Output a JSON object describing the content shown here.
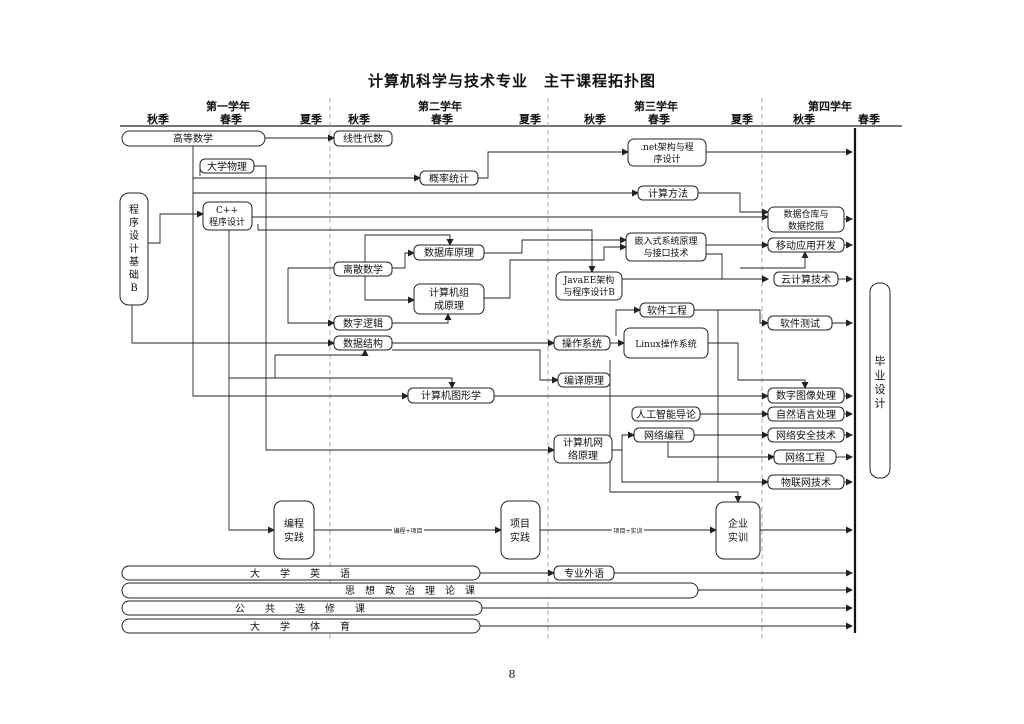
{
  "title": "计算机科学与技术专业　主干课程拓扑图",
  "years": [
    "第一学年",
    "第二学年",
    "第三学年",
    "第四学年"
  ],
  "semesters": [
    "秋季",
    "春季",
    "夏季",
    "秋季",
    "春季",
    "夏季",
    "秋季",
    "春季",
    "夏季",
    "秋季",
    "春季"
  ],
  "courses": {
    "gaodeng": "高等数学",
    "xianxing": "线性代数",
    "net": [
      ".net架构与程",
      "序设计"
    ],
    "daxue_wuli": "大学物理",
    "gailv": "概率统计",
    "jisuan_fangfa": "计算方法",
    "chengxu_jichu": [
      "程",
      "序",
      "设",
      "计",
      "基",
      "础",
      "B"
    ],
    "cpp": [
      "C++",
      "程序设计"
    ],
    "shujuku_cangku": [
      "数据仓库与",
      "数据挖掘"
    ],
    "qianru": [
      "嵌入式系统原理",
      "与接口技术"
    ],
    "yidong": "移动应用开发",
    "shujuku_yuanli": "数据库原理",
    "lisan": "离散数学",
    "javaee": [
      "JavaEE架构",
      "与程序设计B"
    ],
    "yunjisuan": "云计算技术",
    "zucheng": [
      "计算机组",
      "成原理"
    ],
    "ruanjian_gongcheng": "软件工程",
    "biye": [
      "毕",
      "业",
      "设",
      "计"
    ],
    "shuzi_luoji": "数字逻辑",
    "ruanjian_ceshi": "软件测试",
    "shuju_jiegou": "数据结构",
    "caozuo": "操作系统",
    "linux": "Linux操作系统",
    "bianyi": "编译原理",
    "tuxingxue": "计算机图形学",
    "tuxiang": "数字图像处理",
    "rengong": "人工智能导论",
    "ziran": "自然语言处理",
    "wangluo_yuanli": [
      "计算机网",
      "络原理"
    ],
    "wangluo_biancheng": "网络编程",
    "wangluo_anquan": "网络安全技术",
    "wangluo_gongcheng": "网络工程",
    "wulianwang": "物联网技术",
    "biancheng_shijian": [
      "编程",
      "实践"
    ],
    "xiangmu_shijian": [
      "项目",
      "实践"
    ],
    "qiye_shixun": [
      "企业",
      "实训"
    ],
    "zhuanye_waiyu": "专业外语"
  },
  "connector_labels": {
    "practice1": "编程+项目",
    "practice2": "项目+实训"
  },
  "general_courses": [
    "大　　学　　英　　语",
    "思　想　政　治　理　论　课",
    "公　　共　　选　　修　　课",
    "大　　学　　体　　育"
  ],
  "page_number": "8"
}
